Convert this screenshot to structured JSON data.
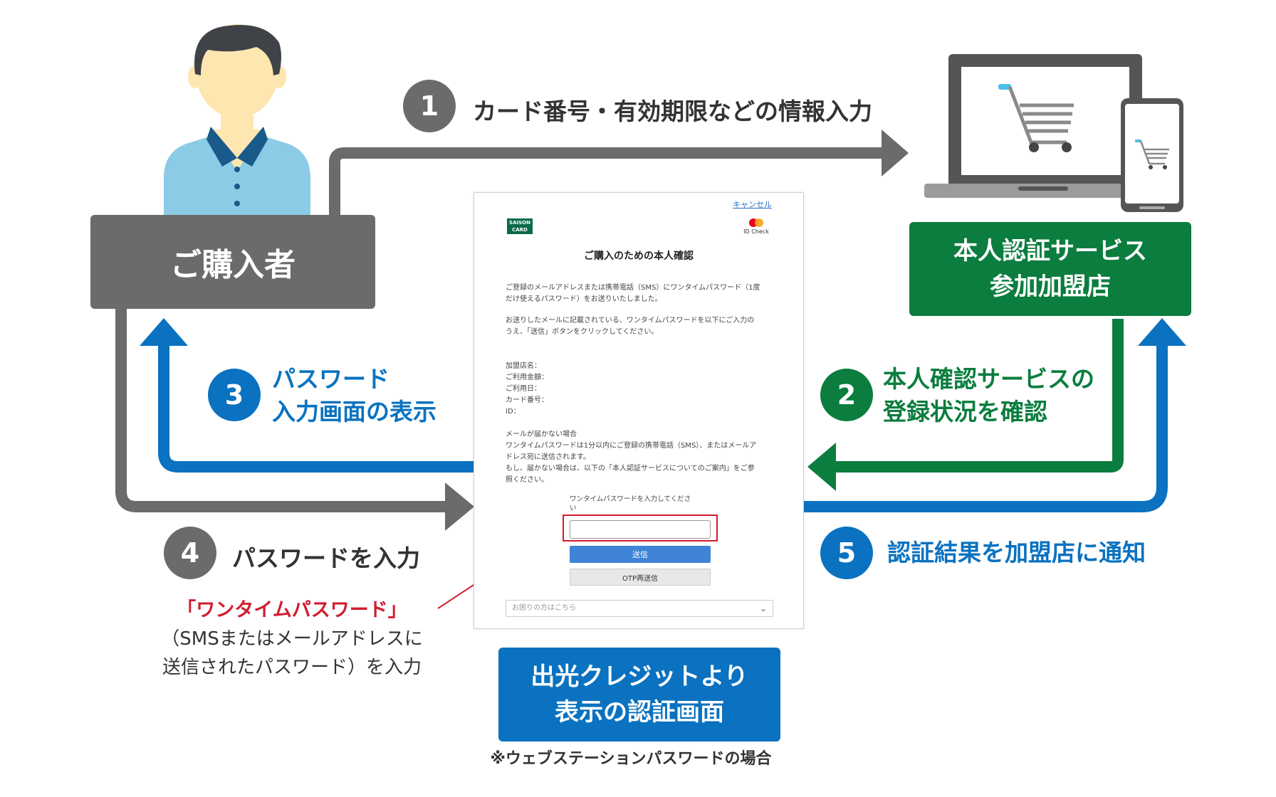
{
  "colors": {
    "gray": "#6b6b6b",
    "blue": "#0a72c0",
    "green": "#0b7d3e",
    "red": "#d21c2e",
    "skin": "#fde6b0",
    "shirt": "#8ccbe6"
  },
  "purchaser": {
    "label": "ご購入者"
  },
  "merchant": {
    "label_line1": "本人認証サービス",
    "label_line2": "参加加盟店"
  },
  "issuer": {
    "label_line1": "出光クレジットより",
    "label_line2": "表示の認証画面"
  },
  "steps": [
    {
      "num": "1",
      "line1": "カード番号・有効期限などの情報入力"
    },
    {
      "num": "2",
      "line1": "本人確認サービスの",
      "line2": "登録状況を確認"
    },
    {
      "num": "3",
      "line1": "パスワード",
      "line2": "入力画面の表示"
    },
    {
      "num": "4",
      "line1": "パスワードを入力"
    },
    {
      "num": "5",
      "line1": "認証結果を加盟店に通知"
    }
  ],
  "otp_note": {
    "title": "「ワンタイムパスワード」",
    "line1": "（SMSまたはメールアドレスに",
    "line2": "送信されたパスワード）を入力"
  },
  "footnote": "※ウェブステーションパスワードの場合",
  "dialog": {
    "cancel": "キャンセル",
    "logo_line1": "SAISON",
    "logo_line2": "CARD",
    "id_check": "ID Check",
    "title": "ご購入のための本人確認",
    "para1_line1": "ご登録のメールアドレスまたは携帯電話（SMS）にワンタイムパスワード（1度",
    "para1_line2": "だけ使えるパスワード）をお送りいたしました。",
    "para2_line1": "お送りしたメールに記載されている、ワンタイムパスワードを以下にご入力の",
    "para2_line2": "うえ、「送信」ボタンをクリックしてください。",
    "fields": [
      "加盟店名：",
      "ご利用金額：",
      "ご利用日：",
      "カード番号：",
      "ID："
    ],
    "para3_line1": "メールが届かない場合",
    "para3_line2": "ワンタイムパスワードは1分以内にご登録の携帯電話（SMS）、またはメールア",
    "para3_line3": "ドレス宛に送信されます。",
    "para3_line4": "もし、届かない場合は、以下の「本人認証サービスについてのご案内」をご参",
    "para3_line5": "照ください。",
    "otp_label_line1": "ワンタイムパスワードを入力してくださ",
    "otp_label_line2": "い",
    "send": "送信",
    "resend": "OTP再送信",
    "help": "お困りの方はこちら"
  }
}
